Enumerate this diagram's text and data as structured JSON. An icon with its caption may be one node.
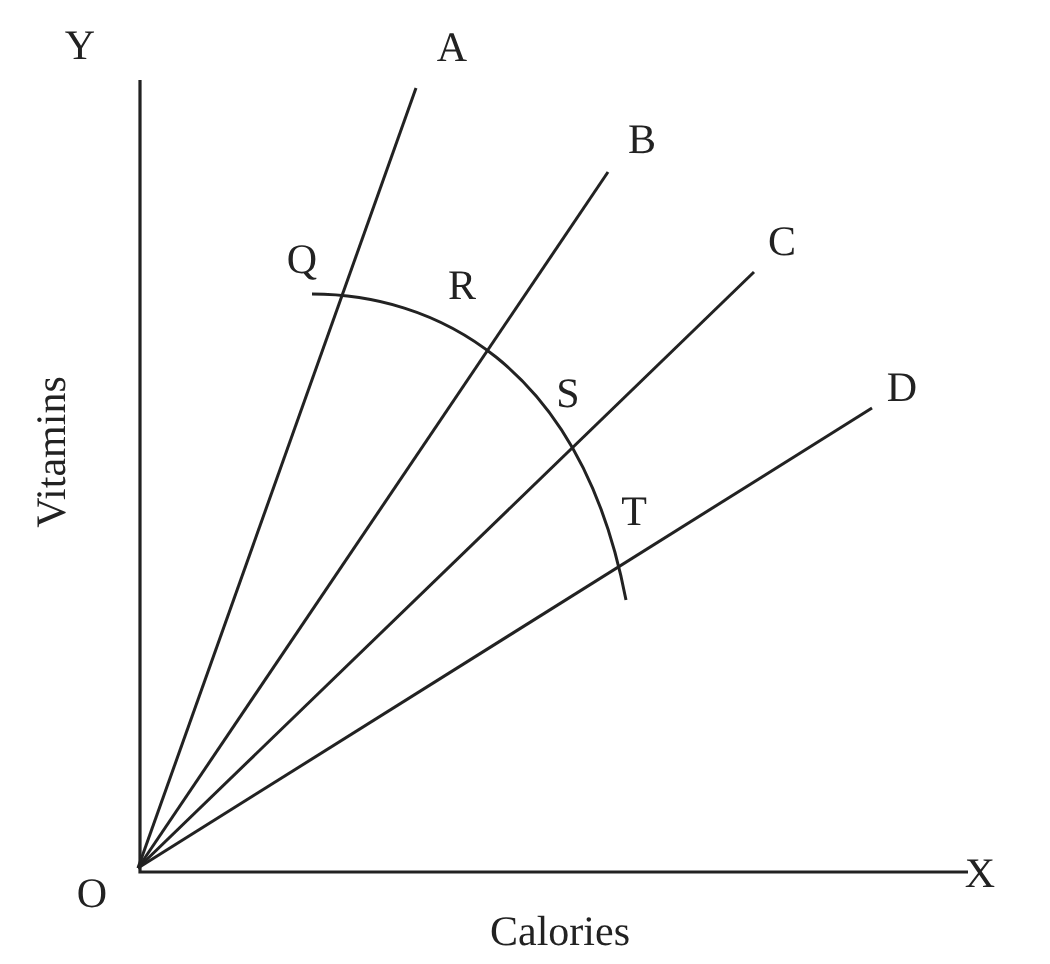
{
  "diagram": {
    "nodes": [
      {
        "text": [
          "O"
        ]
      },
      {
        "text": [
          "A"
        ]
      },
      {
        "text": [
          "B"
        ]
      },
      {
        "text": [
          "C"
        ]
      },
      {
        "text": [
          "D"
        ]
      }
    ],
    "edges": [
      {
        "from": 0,
        "to": 1,
        "arrow": "none"
      },
      {
        "from": 0,
        "to": 2,
        "arrow": "none"
      },
      {
        "from": 0,
        "to": 3,
        "arrow": "none"
      },
      {
        "from": 0,
        "to": 4,
        "arrow": "none"
      }
    ],
    "labels": [
      "Y",
      "Q",
      "R",
      "S",
      "T",
      "Vitamins",
      "X",
      "Calories"
    ]
  }
}
